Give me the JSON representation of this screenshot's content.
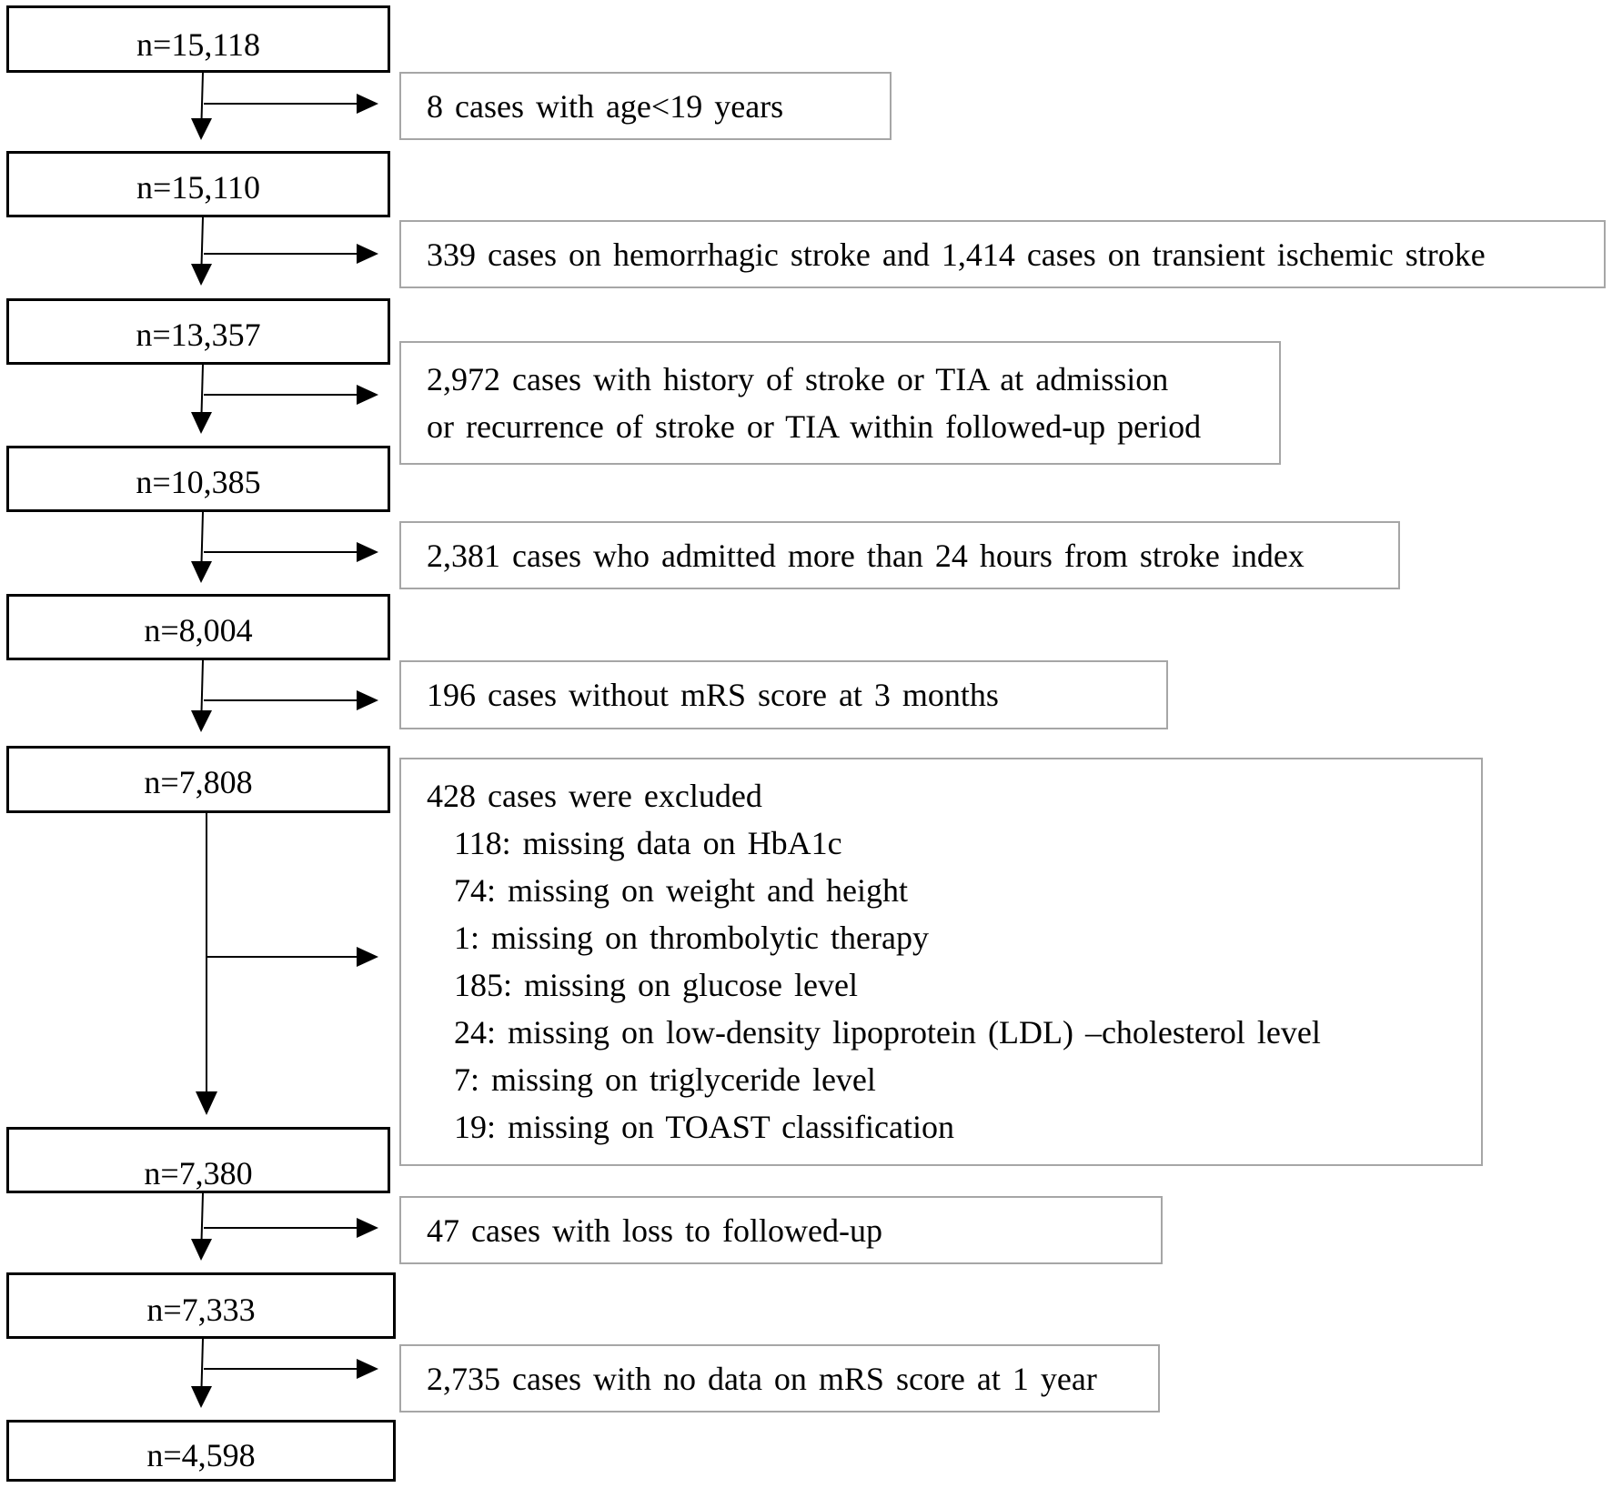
{
  "flow": {
    "counts": [
      "n=15,118",
      "n=15,110",
      "n=13,357",
      "n=10,385",
      "n=8,004",
      "n=7,808",
      "n=7,380",
      "n=7,333",
      "n=4,598"
    ],
    "exclusions": [
      {
        "lines": [
          "8 cases with age<19 years"
        ]
      },
      {
        "lines": [
          "339 cases on hemorrhagic stroke and 1,414 cases on transient ischemic stroke"
        ]
      },
      {
        "lines": [
          "2,972 cases with history of stroke or TIA at admission",
          "or recurrence of stroke or TIA within followed-up period"
        ]
      },
      {
        "lines": [
          "2,381 cases who admitted more than 24 hours from stroke index"
        ]
      },
      {
        "lines": [
          "196 cases without mRS score at 3 months"
        ]
      },
      {
        "heading": "428 cases were excluded",
        "items": [
          "118: missing data on HbA1c",
          "74: missing on weight and height",
          "1: missing on thrombolytic therapy",
          "185: missing on glucose level",
          "24: missing on low-density lipoprotein (LDL) –cholesterol level",
          "7: missing on triglyceride level",
          "19: missing on TOAST classification"
        ]
      },
      {
        "lines": [
          "47 cases with loss to followed-up"
        ]
      },
      {
        "lines": [
          "2,735 cases with no data on mRS score at 1 year"
        ]
      }
    ]
  }
}
